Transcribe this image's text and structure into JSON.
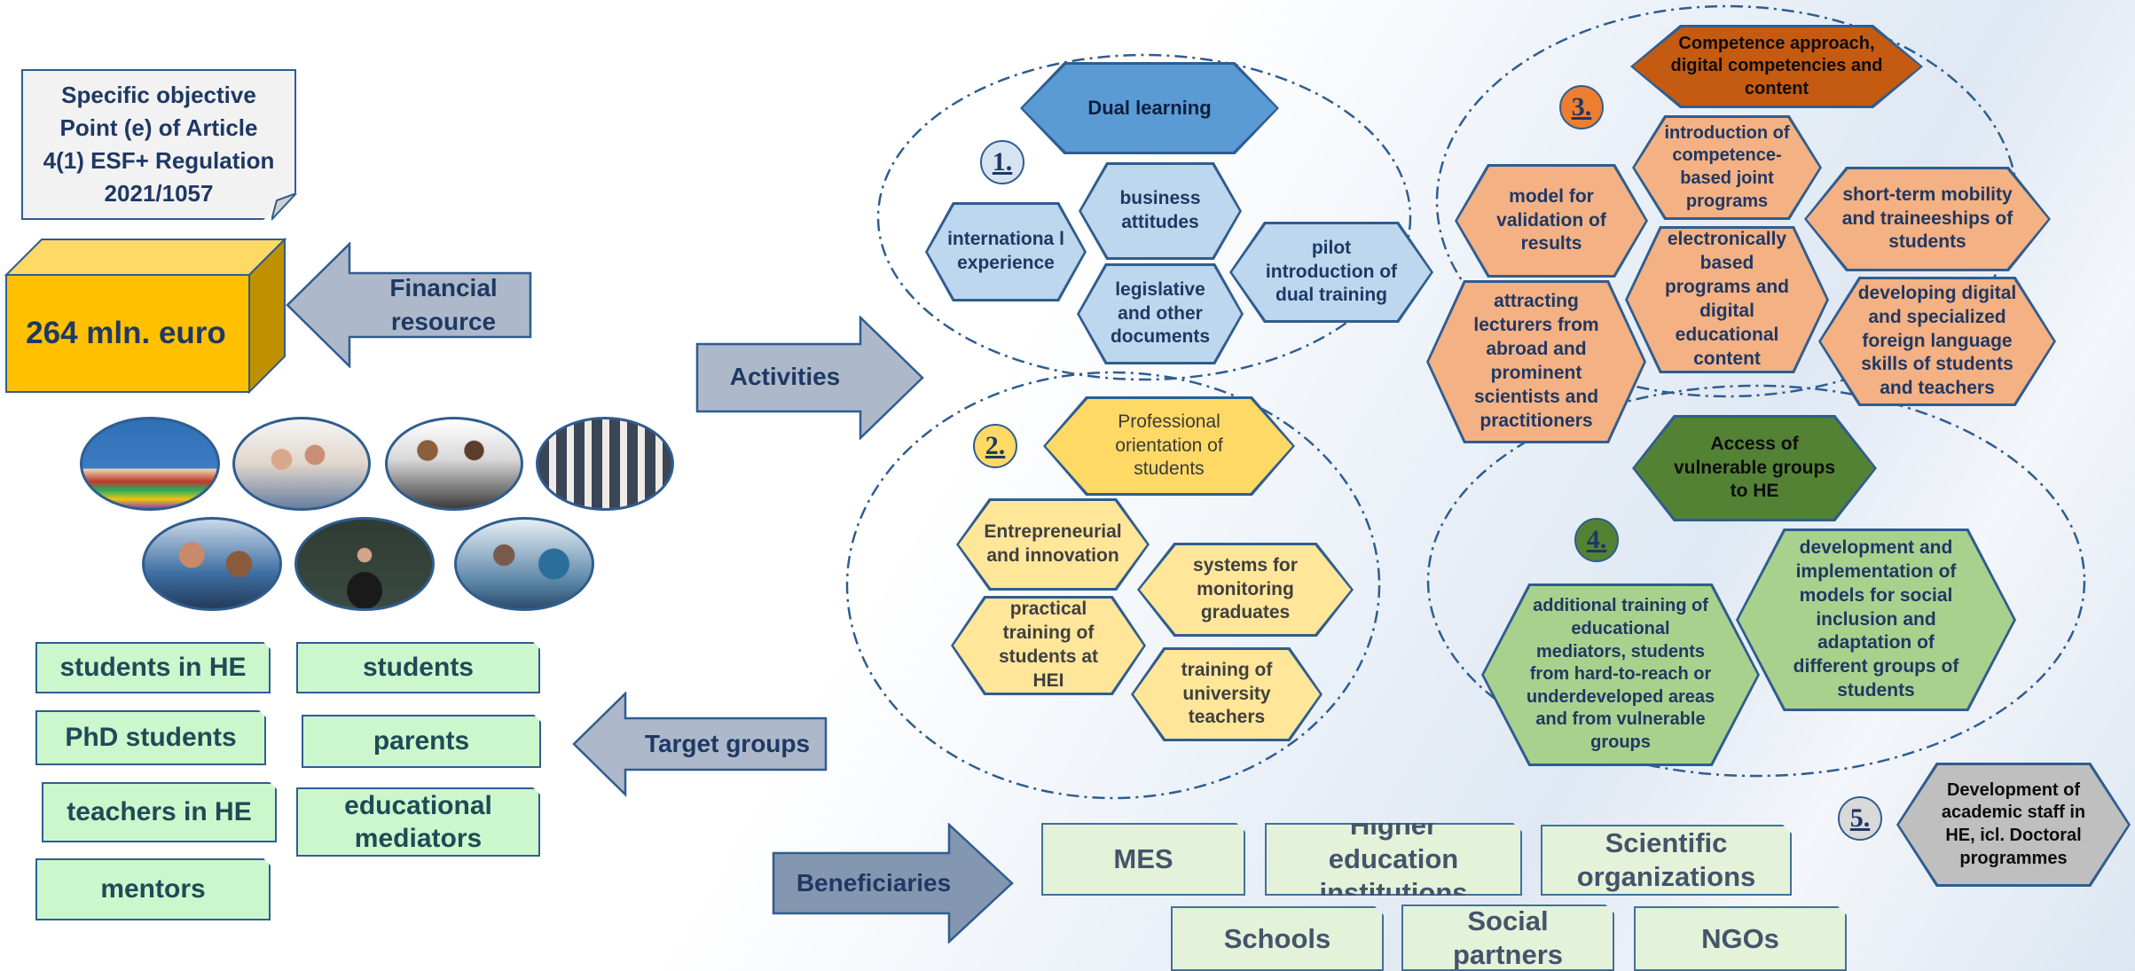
{
  "objective": {
    "text": "Specific objective Point (e) of Article 4(1) ESF+ Regulation 2021/1057"
  },
  "budget": {
    "amount": "264 mln. euro"
  },
  "financial_arrow": {
    "label": "Financial resource"
  },
  "activities_arrow": {
    "label": "Activities"
  },
  "target_arrow": {
    "label": "Target groups"
  },
  "beneficiaries_arrow": {
    "label": "Beneficiaries"
  },
  "target_groups": [
    "students in HE",
    "students",
    "PhD students",
    "parents",
    "teachers in HE",
    "educational mediators",
    "mentors"
  ],
  "beneficiaries": [
    "MES",
    "Higher education institutions",
    "Scientific organizations",
    "Schools",
    "Social partners",
    "NGOs"
  ],
  "activity1": {
    "number": "1.",
    "title": "Dual learning",
    "items": [
      "business attitudes",
      "internationa l experience",
      "pilot introduction of dual training",
      "legislative and other documents"
    ]
  },
  "activity2": {
    "number": "2.",
    "title": "Professional orientation of students",
    "items": [
      "Entrepreneurial and innovation",
      "systems for monitoring graduates",
      "practical training of students at HEI",
      "training of university teachers"
    ]
  },
  "activity3": {
    "number": "3.",
    "title": "Competence approach, digital competencies and content",
    "items": [
      "introduction of competence-based joint programs",
      "model for validation of results",
      "short-term mobility and traineeships of students",
      "electronically based programs and digital educational content",
      "attracting lecturers from abroad and prominent scientists and practitioners",
      "developing digital and specialized foreign language skills of students and teachers"
    ]
  },
  "activity4": {
    "number": "4.",
    "title": "Access of vulnerable groups to HE",
    "items": [
      "development and implementation of models for social inclusion and adaptation of different groups of students",
      "additional training of educational mediators, students from hard-to-reach or underdeveloped areas and from vulnerable groups"
    ]
  },
  "activity5": {
    "number": "5.",
    "title": "Development of academic staff in HE, icl. Doctoral programmes"
  },
  "colors": {
    "dark_navy": "#1f3864",
    "blue_hex": "#bdd7ee",
    "blue_title": "#5b9bd5",
    "yellow_hex": "#ffe699",
    "yellow_title": "#ffd966",
    "orange_hex": "#f4b183",
    "orange_title": "#c55a11",
    "green_hex": "#a9d18e",
    "green_title": "#548235",
    "gray_hex": "#bfbfbf",
    "budget_box": "#ffc000",
    "arrow_fill": "#adb9ca"
  }
}
